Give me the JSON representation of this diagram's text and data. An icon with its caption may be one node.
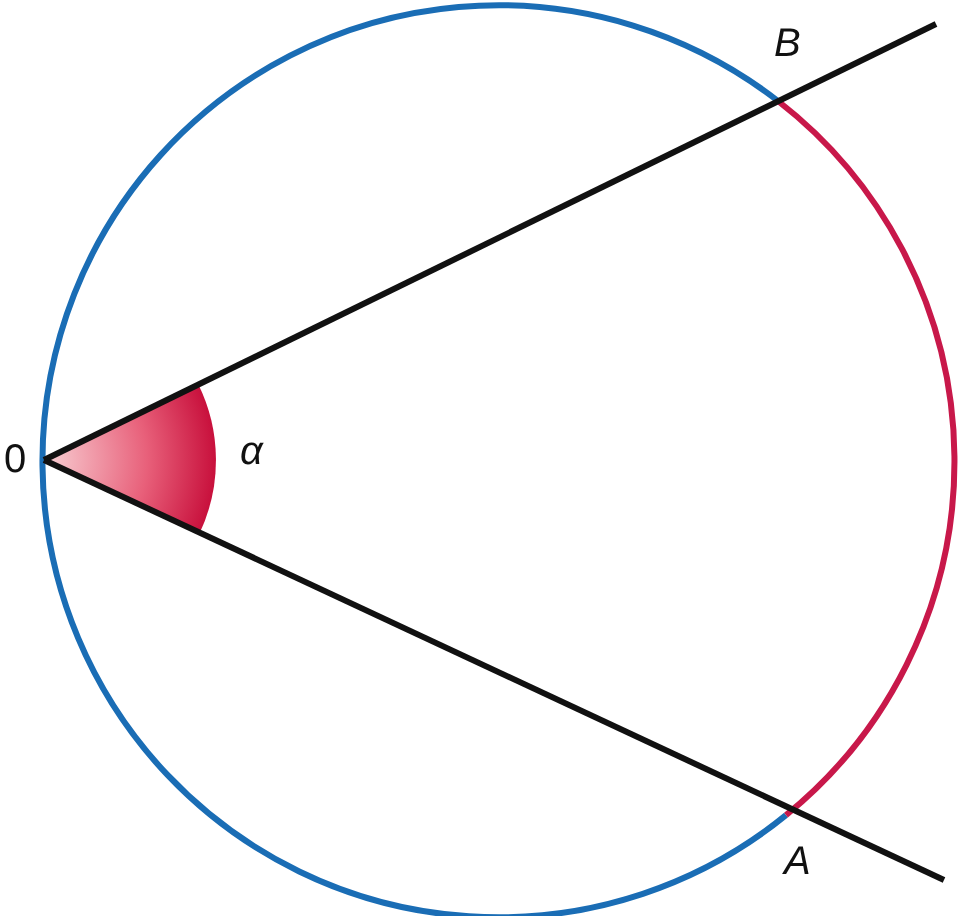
{
  "diagram": {
    "labels": [
      "B",
      "0",
      "α",
      "A"
    ]
  }
}
